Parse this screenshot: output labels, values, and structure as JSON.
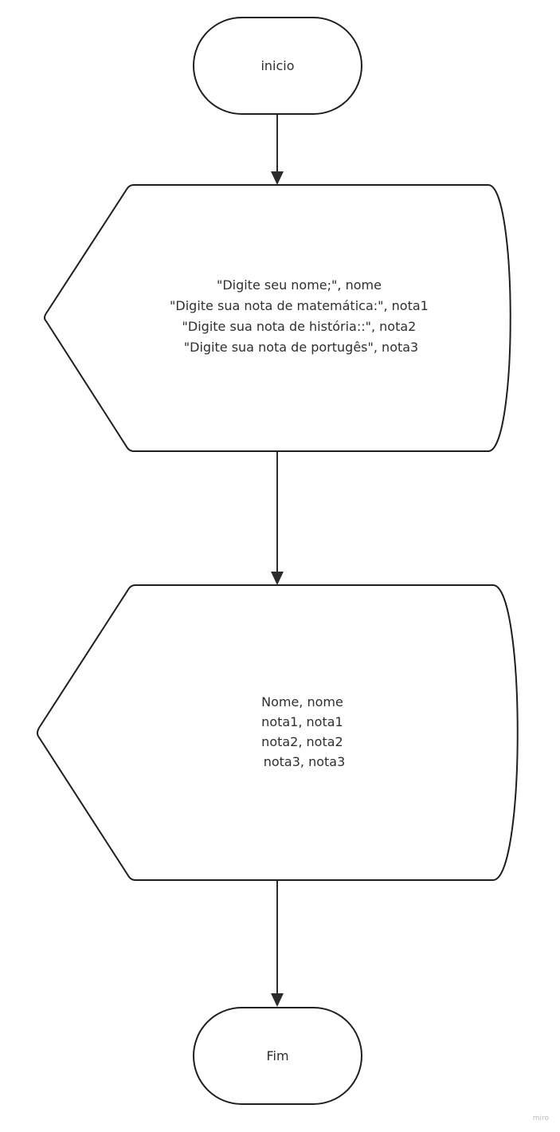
{
  "diagram": {
    "nodes": [
      {
        "id": "start",
        "kind": "terminator",
        "lines": [
          "inicio"
        ]
      },
      {
        "id": "input",
        "kind": "display",
        "lines": [
          "\"Digite seu nome;\", nome",
          "\"Digite sua nota de matemática:\", nota1",
          "\"Digite sua nota de história::\", nota2",
          "\"Digite sua nota de portugês\", nota3"
        ]
      },
      {
        "id": "output",
        "kind": "display",
        "lines": [
          "Nome, nome",
          "nota1, nota1",
          "nota2, nota2",
          "nota3, nota3"
        ]
      },
      {
        "id": "end",
        "kind": "terminator",
        "lines": [
          "Fim"
        ]
      }
    ],
    "edges": [
      {
        "from": "start",
        "to": "input"
      },
      {
        "from": "input",
        "to": "output"
      },
      {
        "from": "output",
        "to": "end"
      }
    ]
  },
  "watermark": "miro"
}
